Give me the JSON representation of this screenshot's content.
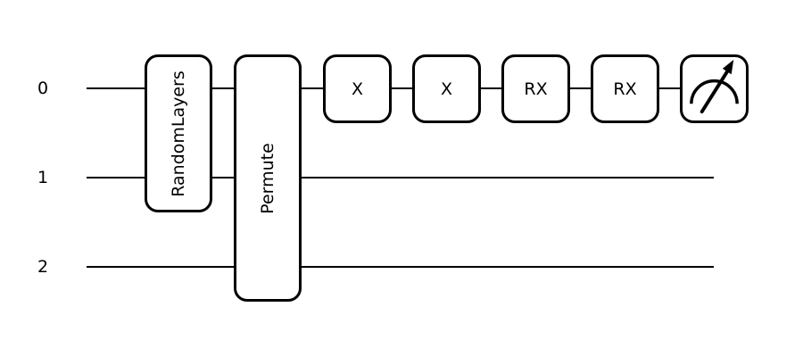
{
  "diagram": {
    "type": "quantum-circuit",
    "background_color": "#ffffff",
    "line_color": "#000000"
  },
  "wires": [
    {
      "label": "0"
    },
    {
      "label": "1"
    },
    {
      "label": "2"
    }
  ],
  "gates": [
    {
      "label": "RandomLayers",
      "wires": [
        0,
        1
      ],
      "orientation": "vertical"
    },
    {
      "label": "Permute",
      "wires": [
        0,
        1,
        2
      ],
      "orientation": "vertical"
    },
    {
      "label": "X",
      "wires": [
        0
      ]
    },
    {
      "label": "X",
      "wires": [
        0
      ]
    },
    {
      "label": "RX",
      "wires": [
        0
      ]
    },
    {
      "label": "RX",
      "wires": [
        0
      ]
    },
    {
      "label": "",
      "type": "measurement",
      "icon": "measurement-gauge-icon",
      "wires": [
        0
      ]
    }
  ]
}
